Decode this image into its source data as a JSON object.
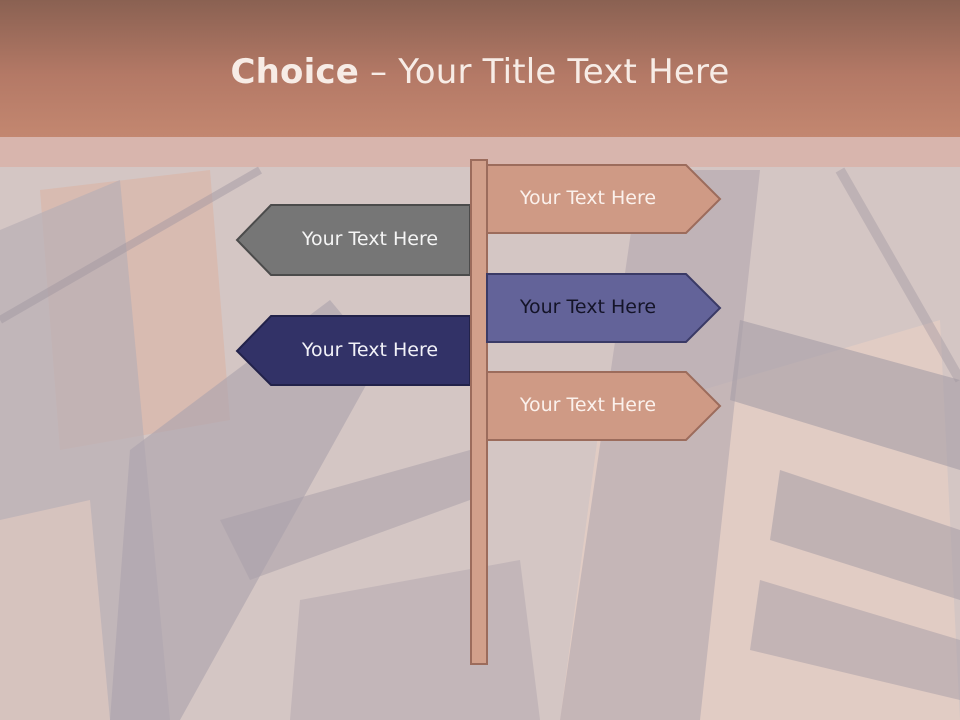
{
  "slide": {
    "title_bold": "Choice",
    "title_rest": " – Your Title Text Here"
  },
  "signs": {
    "right_top": "Your Text Here",
    "left_top": "Your Text Here",
    "right_middle": "Your Text Here",
    "left_bottom": "Your Text Here",
    "right_bottom": "Your Text Here"
  },
  "colors": {
    "title_bar": "#b47966",
    "post": "#d2a08b",
    "sign_tan": "#cf9a85",
    "sign_gray": "#767676",
    "sign_purple": "#636399",
    "sign_navy": "#323267"
  }
}
